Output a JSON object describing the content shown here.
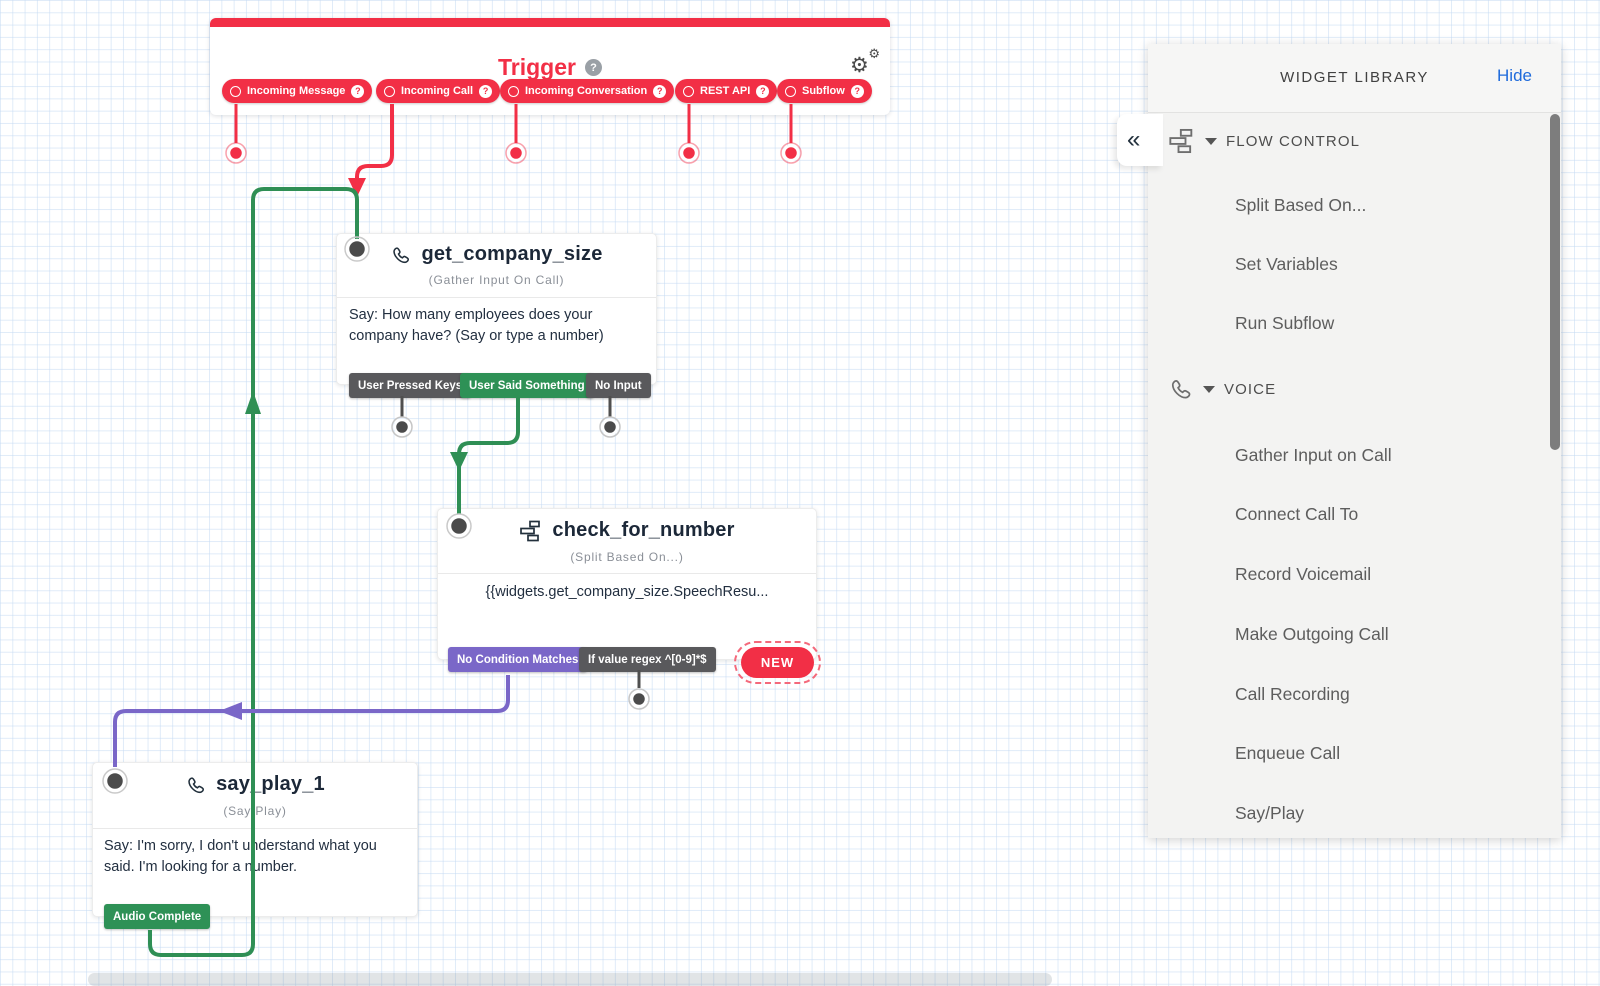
{
  "glyphs": {
    "question": "?",
    "collapse": "«",
    "gear": "⚙"
  },
  "colors": {
    "red": "#f22f46",
    "green": "#2e9156",
    "purple": "#7a67c8",
    "dark_tag": "#59595c",
    "hide_blue": "#1f6bdb",
    "title_navy": "#1c2838"
  },
  "trigger": {
    "title": "Trigger",
    "pills": [
      {
        "label": "Incoming Message"
      },
      {
        "label": "Incoming Call"
      },
      {
        "label": "Incoming Conversation"
      },
      {
        "label": "REST API"
      },
      {
        "label": "Subflow"
      }
    ]
  },
  "widgets": [
    {
      "name": "get_company_size",
      "type_label": "(Gather Input On Call)",
      "body_lines": [
        "Say: How many employees does your",
        "company have? (Say or type a number)"
      ],
      "tags": [
        {
          "label": "User Pressed Keys",
          "style": "dark"
        },
        {
          "label": "User Said Something",
          "style": "green"
        },
        {
          "label": "No Input",
          "style": "dark"
        }
      ]
    },
    {
      "name": "check_for_number",
      "type_label": "(Split Based On...)",
      "body_lines": [
        "{{widgets.get_company_size.SpeechResu..."
      ],
      "tags": [
        {
          "label": "No Condition Matches",
          "style": "purple"
        },
        {
          "label": "If value regex ^[0-9]*$",
          "style": "dark"
        }
      ],
      "new_badge": "NEW"
    },
    {
      "name": "say_play_1",
      "type_label": "(Say/Play)",
      "body_lines": [
        "Say: I'm sorry, I don't understand what you",
        "said. I'm looking for a number."
      ],
      "tags": [
        {
          "label": "Audio Complete",
          "style": "green"
        }
      ]
    }
  ],
  "library": {
    "title": "WIDGET LIBRARY",
    "hide_label": "Hide",
    "sections": [
      {
        "name": "FLOW CONTROL",
        "items": [
          {
            "label": "Split Based On..."
          },
          {
            "label": "Set Variables"
          },
          {
            "label": "Run Subflow"
          }
        ]
      },
      {
        "name": "VOICE",
        "items": [
          {
            "label": "Gather Input on Call"
          },
          {
            "label": "Connect Call To"
          },
          {
            "label": "Record Voicemail"
          },
          {
            "label": "Make Outgoing Call"
          },
          {
            "label": "Call Recording"
          },
          {
            "label": "Enqueue Call"
          },
          {
            "label": "Say/Play"
          }
        ]
      }
    ]
  }
}
